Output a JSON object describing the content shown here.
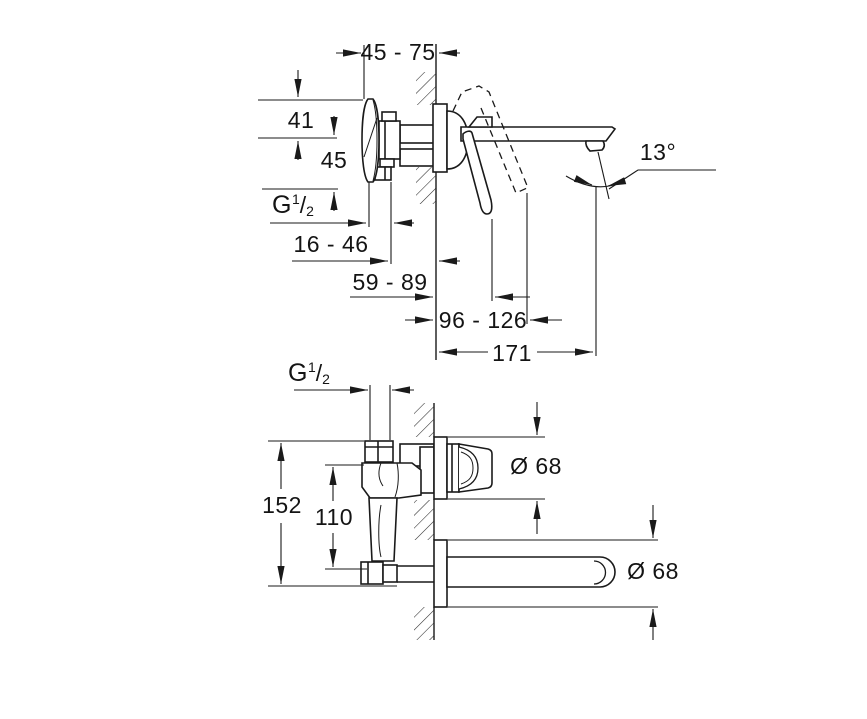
{
  "top": {
    "dims": {
      "d45_75": "45 - 75",
      "d41": "41",
      "d45": "45",
      "g_thread": {
        "base": "G",
        "sup": "1",
        "slash": "/",
        "sub": "2"
      },
      "d16_46": "16 - 46",
      "d59_89": "59 - 89",
      "d96_126": "96 - 126",
      "d171": "171",
      "angle": "13°"
    }
  },
  "bottom": {
    "dims": {
      "g_thread": {
        "base": "G",
        "sup": "1",
        "slash": "/",
        "sub": "2"
      },
      "d152": "152",
      "d110": "110",
      "dia68_top": "Ø 68",
      "dia68_bottom": "Ø 68"
    }
  },
  "style": {
    "line_color": "#1a1a1a",
    "background": "#ffffff"
  }
}
